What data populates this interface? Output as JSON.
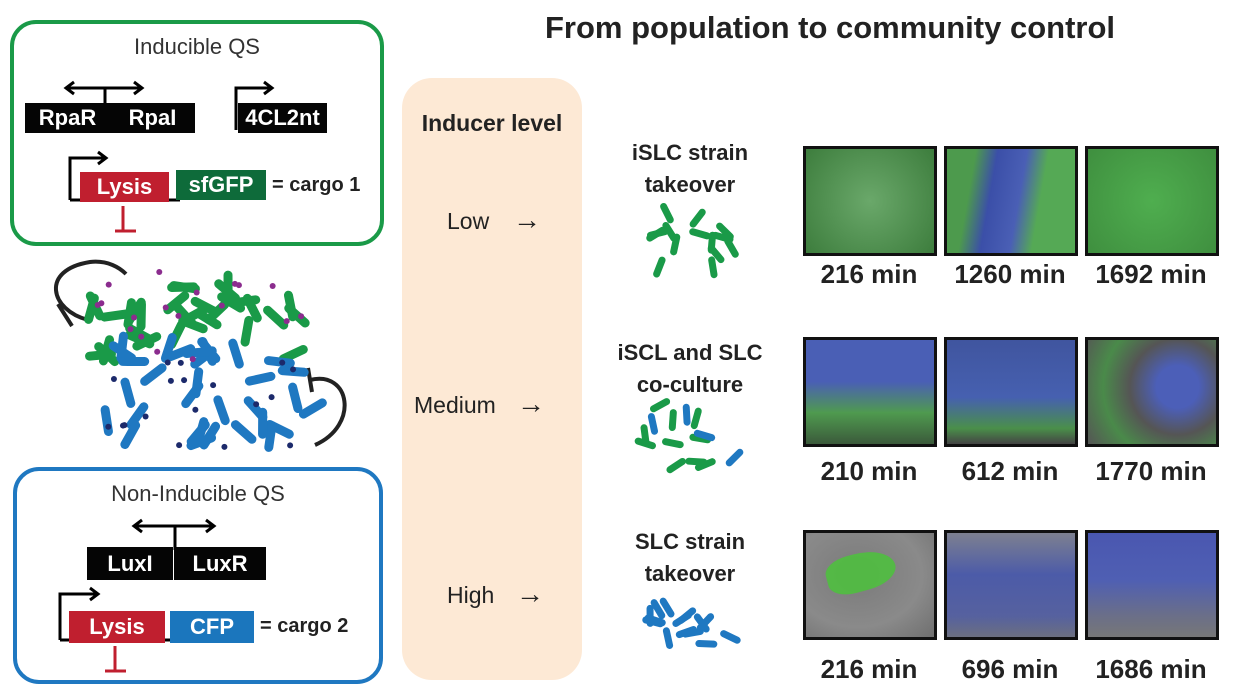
{
  "title": "From population to community control",
  "inducible_box": {
    "title": "Inducible QS",
    "genes": [
      "RpaR",
      "RpaI",
      "4CL2nt"
    ],
    "lysis": "Lysis",
    "reporter": "sfGFP",
    "cargo": "= cargo 1",
    "color": "#1a9a48"
  },
  "noninducible_box": {
    "title": "Non-Inducible QS",
    "genes": [
      "LuxI",
      "LuxR"
    ],
    "lysis": "Lysis",
    "reporter": "CFP",
    "cargo": "= cargo 2",
    "color": "#1f78c1"
  },
  "inducer": {
    "heading": "Inducer level",
    "levels": [
      "Low",
      "Medium",
      "High"
    ],
    "arrow": "→"
  },
  "rows": [
    {
      "strain_line1": "iSLC strain",
      "strain_line2": "takeover",
      "times": [
        "216 min",
        "1260 min",
        "1692 min"
      ]
    },
    {
      "strain_line1": "iSCL and SLC",
      "strain_line2": "co-culture",
      "times": [
        "210 min",
        "612 min",
        "1770 min"
      ]
    },
    {
      "strain_line1": "SLC strain",
      "strain_line2": "takeover",
      "times": [
        "216 min",
        "696 min",
        "1686 min"
      ]
    }
  ]
}
